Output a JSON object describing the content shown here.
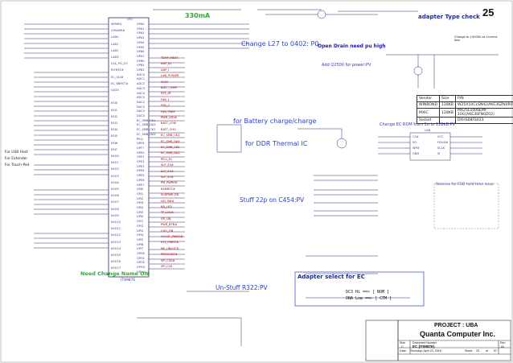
{
  "page": {
    "sheet_number": "25",
    "title": "adapter Type check"
  },
  "ec_chip": {
    "part": "IT8987E",
    "ref": "U21",
    "power_note": "330mA"
  },
  "ec_pins_left": [
    "SERIRQ",
    "LFRAME#",
    "LAD0",
    "LAD1",
    "LAD2",
    "LAD3",
    "CLK_PCI_EC",
    "PLTRST#",
    "EC_SCI#",
    "EC_KBRST#",
    "GA20",
    "",
    "KSI0",
    "KSI1",
    "KSI2",
    "KSI3",
    "KSI4",
    "KSI5",
    "KSI6",
    "KSI7",
    "KSO0",
    "KSO1",
    "KSO2",
    "KSO3",
    "KSO4",
    "KSO5",
    "KSO6",
    "KSO7",
    "KSO8",
    "KSO9",
    "KSO10",
    "KSO11",
    "KSO12",
    "KSO13",
    "KSO14",
    "KSO15",
    "KSO16",
    "KSO17"
  ],
  "ec_pins_right": [
    "GPA0",
    "GPA1",
    "GPA2",
    "GPA3",
    "GPA4",
    "GPA5",
    "GPA6",
    "GPA7",
    "GPB0",
    "GPB1",
    "GPB2",
    "ADC0",
    "ADC1",
    "ADC2",
    "ADC3",
    "ADC4",
    "ADC5",
    "DAC2",
    "DAC3",
    "DAC4",
    "DAC5",
    "EC_SMB_CK1",
    "EC_SMB_DA1",
    "EC_SMB_CK2",
    "EC_SMB_DA2",
    "PECI",
    "GPF6",
    "GPF7",
    "GPE0",
    "GPE1",
    "GPE2",
    "GPE3",
    "GPE4",
    "GPE5",
    "GPE6",
    "GPE7",
    "GPJ0",
    "GPJ1",
    "GPJ2",
    "GPJ3",
    "GPJ4",
    "GPJ5",
    "GPI0",
    "GPI1",
    "GPI2",
    "GPI3",
    "GPI4",
    "GPI5",
    "GPI6",
    "GPI7",
    "GPH0",
    "GPH1",
    "GPH2",
    "GPH3",
    "GPH4"
  ],
  "ec_nets_right": [
    "TEMP_MBAT",
    "ADP_ID",
    "ADP_I",
    "LAN_POWER",
    "ACIN",
    "BATT_TEMP",
    "SYS_ID",
    "FSB_1",
    "FSB_2",
    "FAN_PWM",
    "PWR_LED#",
    "BATT_LOW",
    "BATT_CHG",
    "EC_SMB_CK1",
    "EC_SMB_DA1",
    "EC_SMB_CK2",
    "EC_SMB_DA2",
    "PECI_EC",
    "SLP_S3#",
    "SLP_S4#",
    "SLP_S5#",
    "PM_PWROK",
    "RSMRST#",
    "SUSPWR_EN",
    "LID_SW#",
    "KB_LED",
    "TP_LOCK",
    "VR_ON",
    "PWR_BTN#",
    "CHG_ON",
    "VCCST_PWRGD",
    "SYS_PWROK",
    "ME_UNLOCK",
    "PROCHOT#",
    "SPI_CS0#",
    "SPI_CLK"
  ],
  "left_side_labels": [
    "For USB Host",
    "For Extender",
    "For Touch-Pad"
  ],
  "notes": {
    "change_l27": "Change L27 to 0402: P0",
    "open_drain": "Open Drain need pu high",
    "battery_charge": "for Battery charge/charge",
    "ddr_thermal": "for DDR Thermal IC",
    "stuff_c454": "Stuff 22p on C454:PV",
    "need_change": "Need Change Name ON",
    "unstuff_r322": "Un-Stuff R322:PV",
    "add_q2500": "Add Q2500 for power:PV",
    "change_rom": "Change EC ROM from 1u to 128kB:PV",
    "reserve_esd": "Reserve for ESD hold time issue",
    "adapter_select": "Adapter select for EC",
    "change_r": "Change to 100000 as Current loss",
    "id_formula_1": "DC3 Hi ==> [ NOM ]",
    "id_formula_2": "ONA Low ==> [ CTM ]"
  },
  "vendor_table": {
    "headers": [
      "Vendor",
      "Size",
      "P/N"
    ],
    "rows": [
      [
        "WINBOND",
        "128KB",
        "W25X10CLSNIG(AKE3SZN0R00)"
      ],
      [
        "MXIC",
        "128KB",
        "MX25L1006EMI-10G(AKE3SFN0Z02)"
      ],
      [
        "Socket",
        "",
        "DFHS08FS023"
      ]
    ]
  },
  "spi_rom": {
    "ref": "U26",
    "pins": [
      "CS#",
      "SO",
      "WP#",
      "GND",
      "VCC",
      "HOLD#",
      "SCLK",
      "SI"
    ]
  },
  "title_block": {
    "project": "PROJECT : UBA",
    "company": "Quanta Computer Inc.",
    "doc_label": "Document Number",
    "doc_number": "EC (IT8987E)",
    "rev_label": "Rev",
    "rev": "1A",
    "date_label": "Date:",
    "date": "Thursday, April 23, 2015",
    "sheet_label": "Sheet",
    "sheet": "25",
    "of": "of",
    "total": "57",
    "size_label": "Size",
    "size": "C"
  },
  "colors": {
    "wire": "#2b2b6b",
    "net_red": "#b00000",
    "net_blue": "#3a3a8a",
    "note_blue": "#2a3fc4",
    "note_green": "#33aa33",
    "note_red": "#c00000"
  }
}
